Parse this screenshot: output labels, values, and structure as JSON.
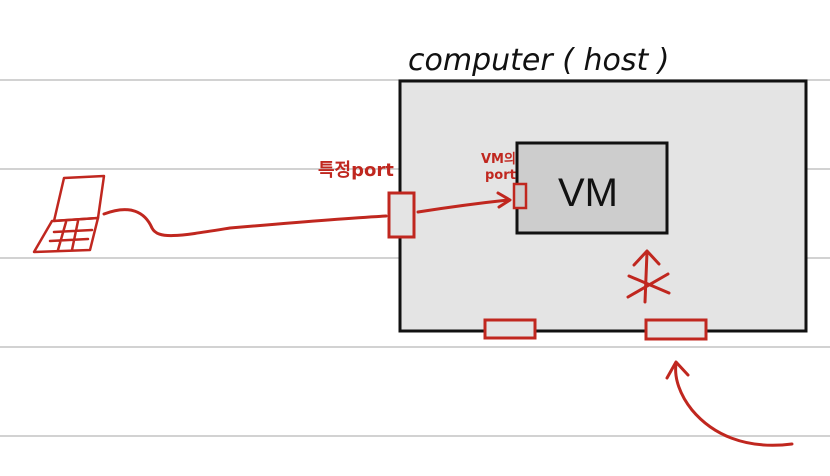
{
  "labels": {
    "host": "computer ( host )",
    "specific_port": "특정port",
    "vm_port_line1": "VM의",
    "vm_port_line2": "port",
    "vm": "VM"
  },
  "marks": {
    "blocked": "X"
  },
  "colors": {
    "ink_black": "#111111",
    "ink_red": "#c0271f",
    "host_fill": "#e4e4e4",
    "vm_fill": "#cdcdcd",
    "ruled_line": "#d2d2d2"
  }
}
